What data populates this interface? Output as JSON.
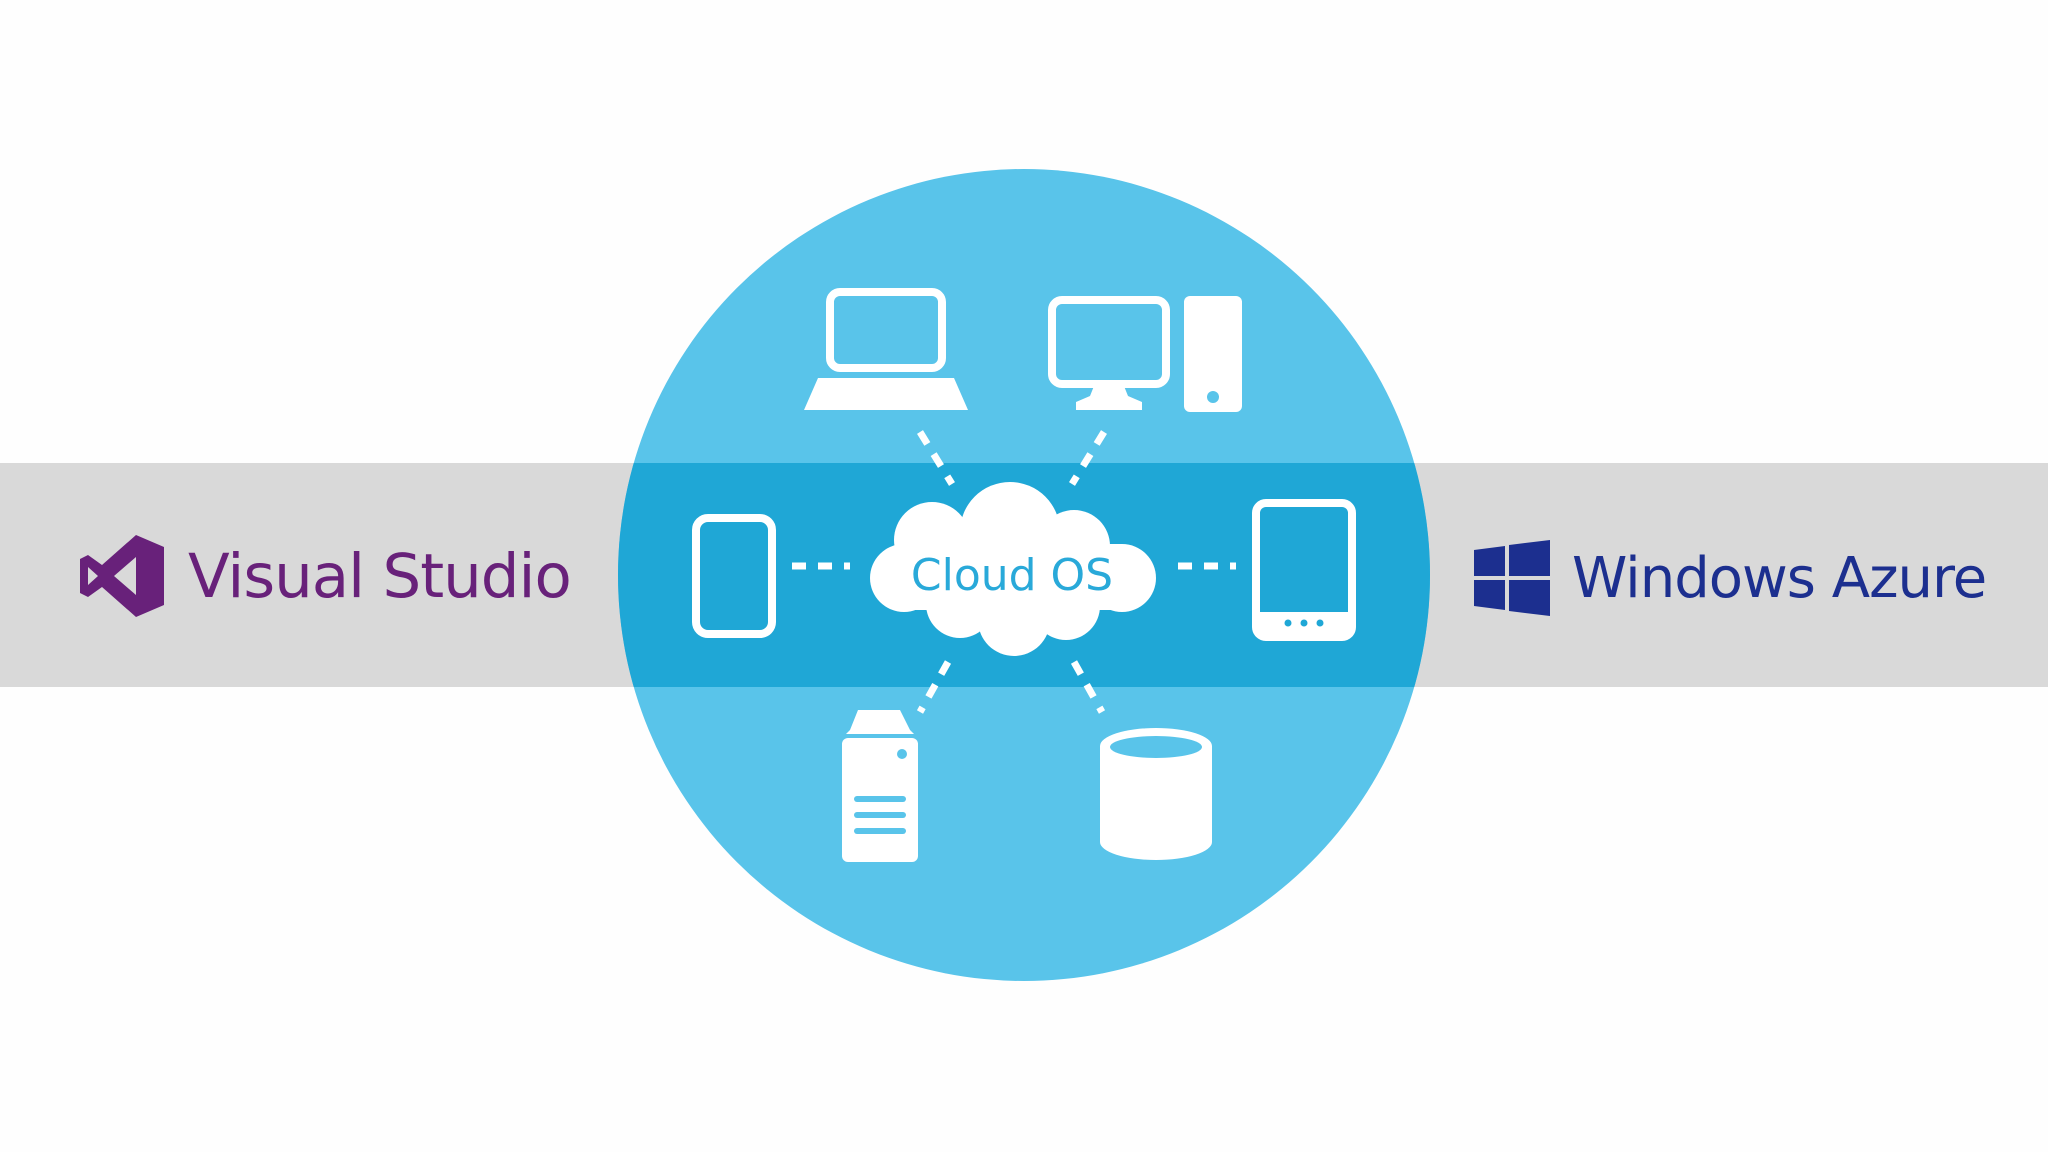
{
  "center": {
    "label": "Cloud OS"
  },
  "left_logo": {
    "name": "Visual Studio",
    "icon": "visual-studio-icon",
    "color": "#68217a"
  },
  "right_logo": {
    "name": "Windows Azure",
    "icon": "windows-logo-icon",
    "color": "#1c2f8f"
  },
  "devices": [
    {
      "name": "laptop-icon"
    },
    {
      "name": "desktop-computer-icon"
    },
    {
      "name": "smartphone-icon"
    },
    {
      "name": "tablet-icon"
    },
    {
      "name": "server-tower-icon"
    },
    {
      "name": "database-icon"
    }
  ],
  "colors": {
    "circle": "#59c4ea",
    "circle_band": "#1fa7d6",
    "band": "#d9d9d9",
    "device": "#ffffff"
  }
}
